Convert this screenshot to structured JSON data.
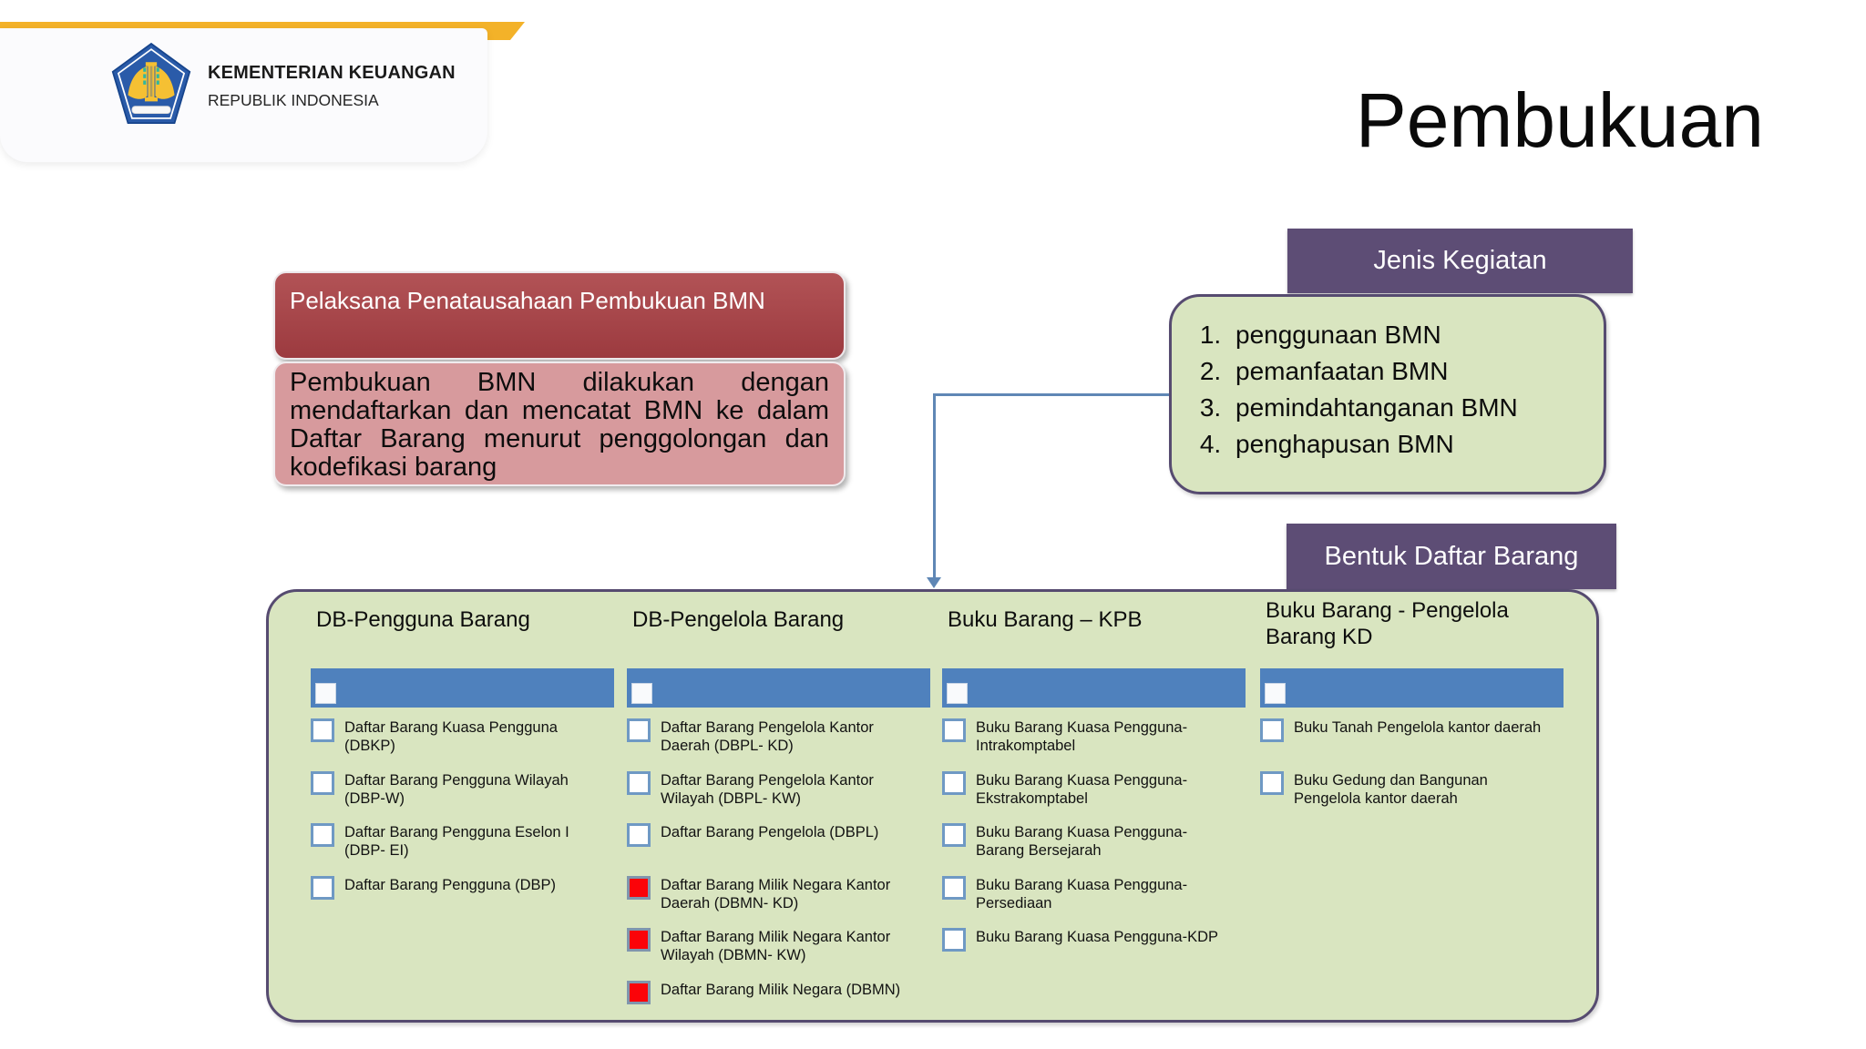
{
  "colors": {
    "accent_yellow": "#F3B229",
    "header_purple": "#5D4D75",
    "panel_green": "#D9E5C0",
    "panel_border_purple": "#564B70",
    "red_header_box": "#A64347",
    "pink_body_box": "#D79A9D",
    "column_bar_blue": "#4F81BD",
    "checkbox_border_blue": "#6F99C4",
    "checkbox_checked_red": "#FB0309",
    "connector_blue": "#5F87B5",
    "logo_blue": "#2A5BA9",
    "logo_gold": "#F5C033"
  },
  "header": {
    "title": "Pembukuan",
    "logo_line1": "KEMENTERIAN KEUANGAN",
    "logo_line2": "REPUBLIK INDONESIA"
  },
  "pelaksana": {
    "header": "Pelaksana Penatausahaan Pembukuan BMN",
    "body": "Pembukuan BMN dilakukan dengan mendaftarkan dan mencatat BMN ke dalam Daftar Barang menurut penggolongan dan kodefikasi barang"
  },
  "jenis_kegiatan": {
    "header": "Jenis Kegiatan",
    "items": [
      "penggunaan BMN",
      "pemanfaatan BMN",
      "pemindahtanganan BMN",
      "penghapusan BMN"
    ]
  },
  "bentuk": {
    "header": "Bentuk Daftar Barang",
    "columns": [
      {
        "title": "DB-Pengguna Barang",
        "items": [
          {
            "label": "Daftar Barang Kuasa Pengguna (DBKP)",
            "checked": false
          },
          {
            "label": "Daftar Barang Pengguna Wilayah (DBP-W)",
            "checked": false
          },
          {
            "label": "Daftar Barang Pengguna Eselon I (DBP- EI)",
            "checked": false
          },
          {
            "label": "Daftar Barang Pengguna (DBP)",
            "checked": false
          }
        ]
      },
      {
        "title": "DB-Pengelola Barang",
        "items": [
          {
            "label": "Daftar Barang Pengelola Kantor Daerah (DBPL- KD)",
            "checked": false
          },
          {
            "label": "Daftar Barang Pengelola Kantor Wilayah (DBPL- KW)",
            "checked": false
          },
          {
            "label": "Daftar Barang Pengelola (DBPL)",
            "checked": false
          },
          {
            "label": "Daftar Barang Milik Negara Kantor Daerah (DBMN- KD)",
            "checked": true
          },
          {
            "label": "Daftar Barang Milik Negara Kantor Wilayah (DBMN- KW)",
            "checked": true
          },
          {
            "label": "Daftar Barang Milik Negara (DBMN)",
            "checked": true
          }
        ]
      },
      {
        "title": "Buku Barang – KPB",
        "items": [
          {
            "label": "Buku Barang Kuasa Pengguna-Intrakomptabel",
            "checked": false
          },
          {
            "label": "Buku Barang Kuasa Pengguna-Ekstrakomptabel",
            "checked": false
          },
          {
            "label": "Buku Barang Kuasa Pengguna-Barang Bersejarah",
            "checked": false
          },
          {
            "label": "Buku Barang Kuasa Pengguna-Persediaan",
            "checked": false
          },
          {
            "label": "Buku Barang Kuasa Pengguna-KDP",
            "checked": false
          }
        ]
      },
      {
        "title": "Buku Barang - Pengelola Barang KD",
        "items": [
          {
            "label": "Buku Tanah Pengelola kantor daerah",
            "checked": false
          },
          {
            "label": "Buku Gedung dan Bangunan Pengelola kantor daerah",
            "checked": false
          }
        ]
      }
    ]
  }
}
